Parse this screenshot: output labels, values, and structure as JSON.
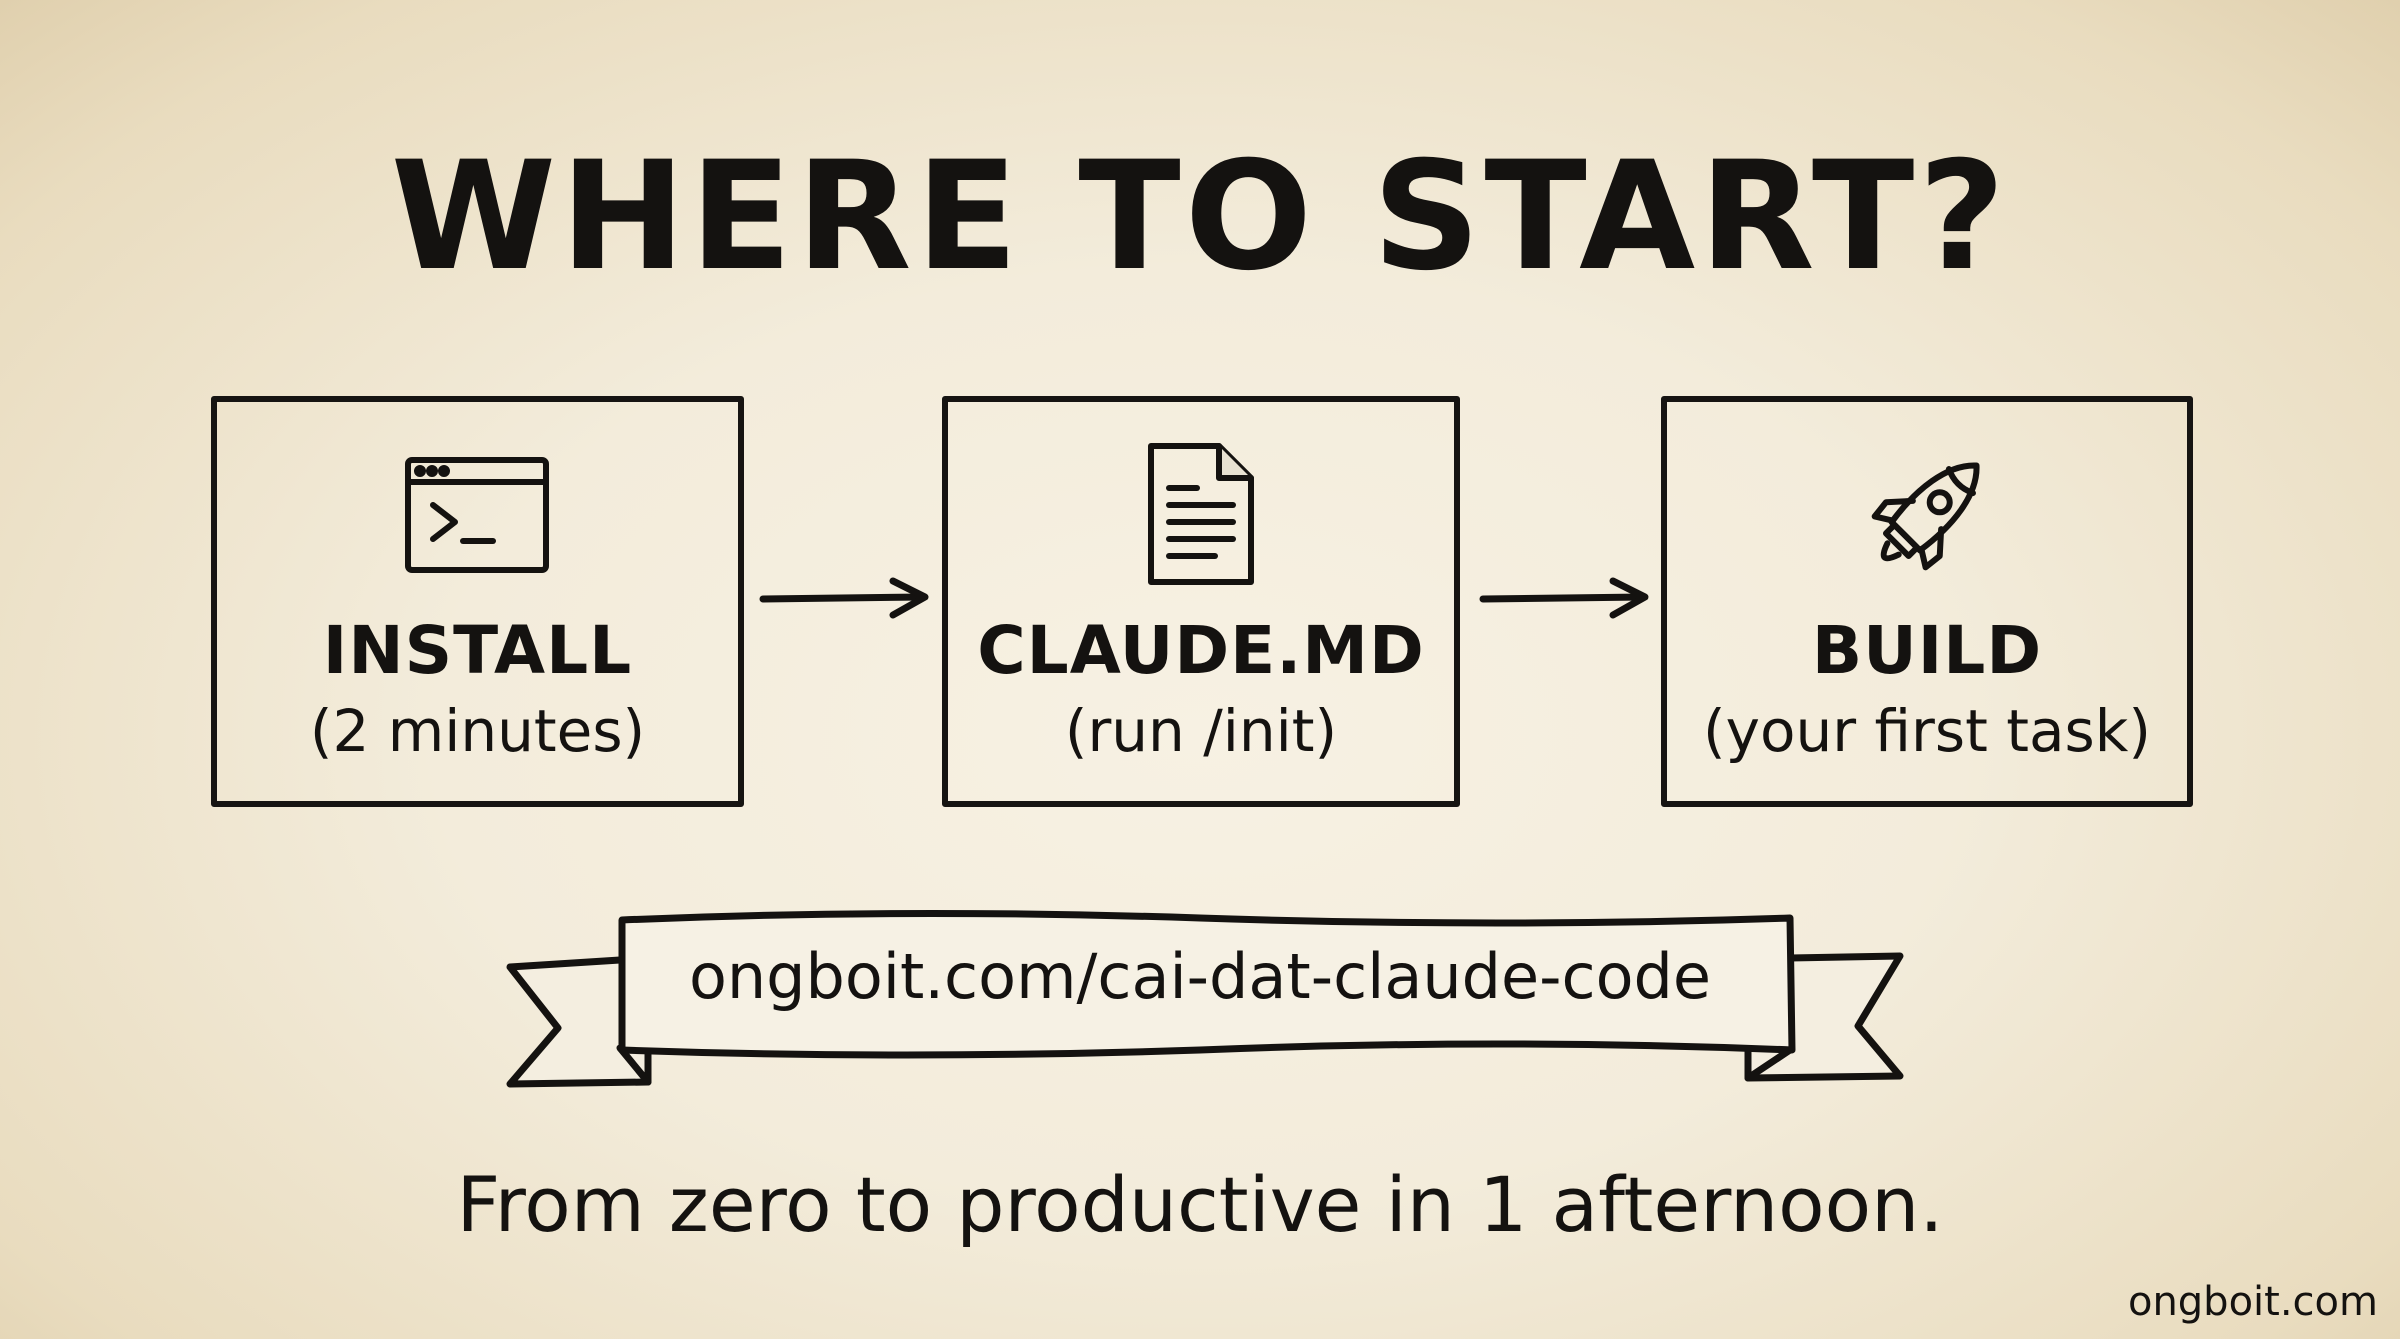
{
  "title": "WHERE TO START?",
  "steps": [
    {
      "icon": "terminal-window-icon",
      "label": "INSTALL",
      "sub": "(2 minutes)"
    },
    {
      "icon": "document-icon",
      "label": "CLAUDE.MD",
      "sub": "(run /init)"
    },
    {
      "icon": "rocket-icon",
      "label": "BUILD",
      "sub": "(your first task)"
    }
  ],
  "banner": {
    "url": "ongboit.com/cai-dat-claude-code"
  },
  "tagline": "From zero to productive in 1 afternoon.",
  "footer": {
    "brand": "ongboit.com"
  },
  "colors": {
    "ink": "#141210",
    "paper": "#f4eee0",
    "paper_edge": "#e0d0ae"
  }
}
